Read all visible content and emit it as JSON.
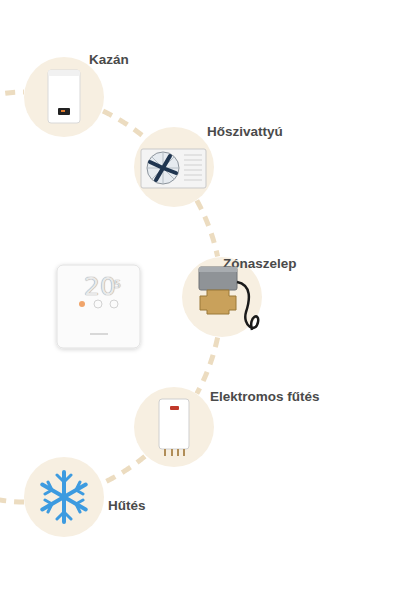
{
  "diagram": {
    "nodes": [
      {
        "text": [
          "Kazán"
        ]
      },
      {
        "text": [
          "Hőszivattyú"
        ]
      },
      {
        "text": [
          "Zónaszelep"
        ]
      },
      {
        "text": [
          "Elektromos fűtés"
        ]
      },
      {
        "text": [
          "Hűtés"
        ]
      }
    ],
    "edges": [
      {
        "from": 0,
        "to": 1,
        "arrow": "none"
      },
      {
        "from": 1,
        "to": 2,
        "arrow": "none"
      },
      {
        "from": 2,
        "to": 3,
        "arrow": "none"
      },
      {
        "from": 3,
        "to": 4,
        "arrow": "none"
      }
    ],
    "labels": [
      "20",
      "5"
    ]
  }
}
